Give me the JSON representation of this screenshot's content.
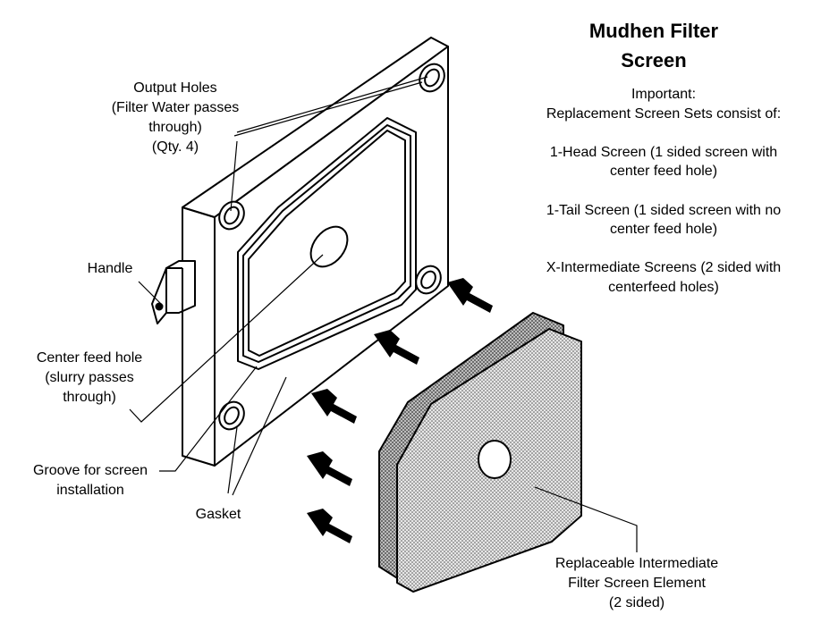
{
  "title": {
    "line1": "Mudhen Filter",
    "line2": "Screen"
  },
  "notes": {
    "heading": "Important:",
    "intro": "Replacement Screen Sets consist of:",
    "head_screen": [
      "1-Head Screen (1 sided screen with",
      "center feed hole)"
    ],
    "tail_screen": [
      "1-Tail Screen (1 sided screen with no",
      "center feed hole)"
    ],
    "intermediate_screens": [
      "X-Intermediate Screens (2 sided with",
      "centerfeed holes)"
    ]
  },
  "labels": {
    "output_holes": [
      "Output Holes",
      "(Filter Water passes",
      "through)",
      "(Qty. 4)"
    ],
    "handle": "Handle",
    "center_feed_hole": [
      "Center feed hole",
      "(slurry passes",
      "through)"
    ],
    "groove": [
      "Groove for screen",
      "installation"
    ],
    "gasket": "Gasket",
    "screen_element": [
      "Replaceable Intermediate",
      "Filter Screen Element",
      "(2 sided)"
    ]
  }
}
